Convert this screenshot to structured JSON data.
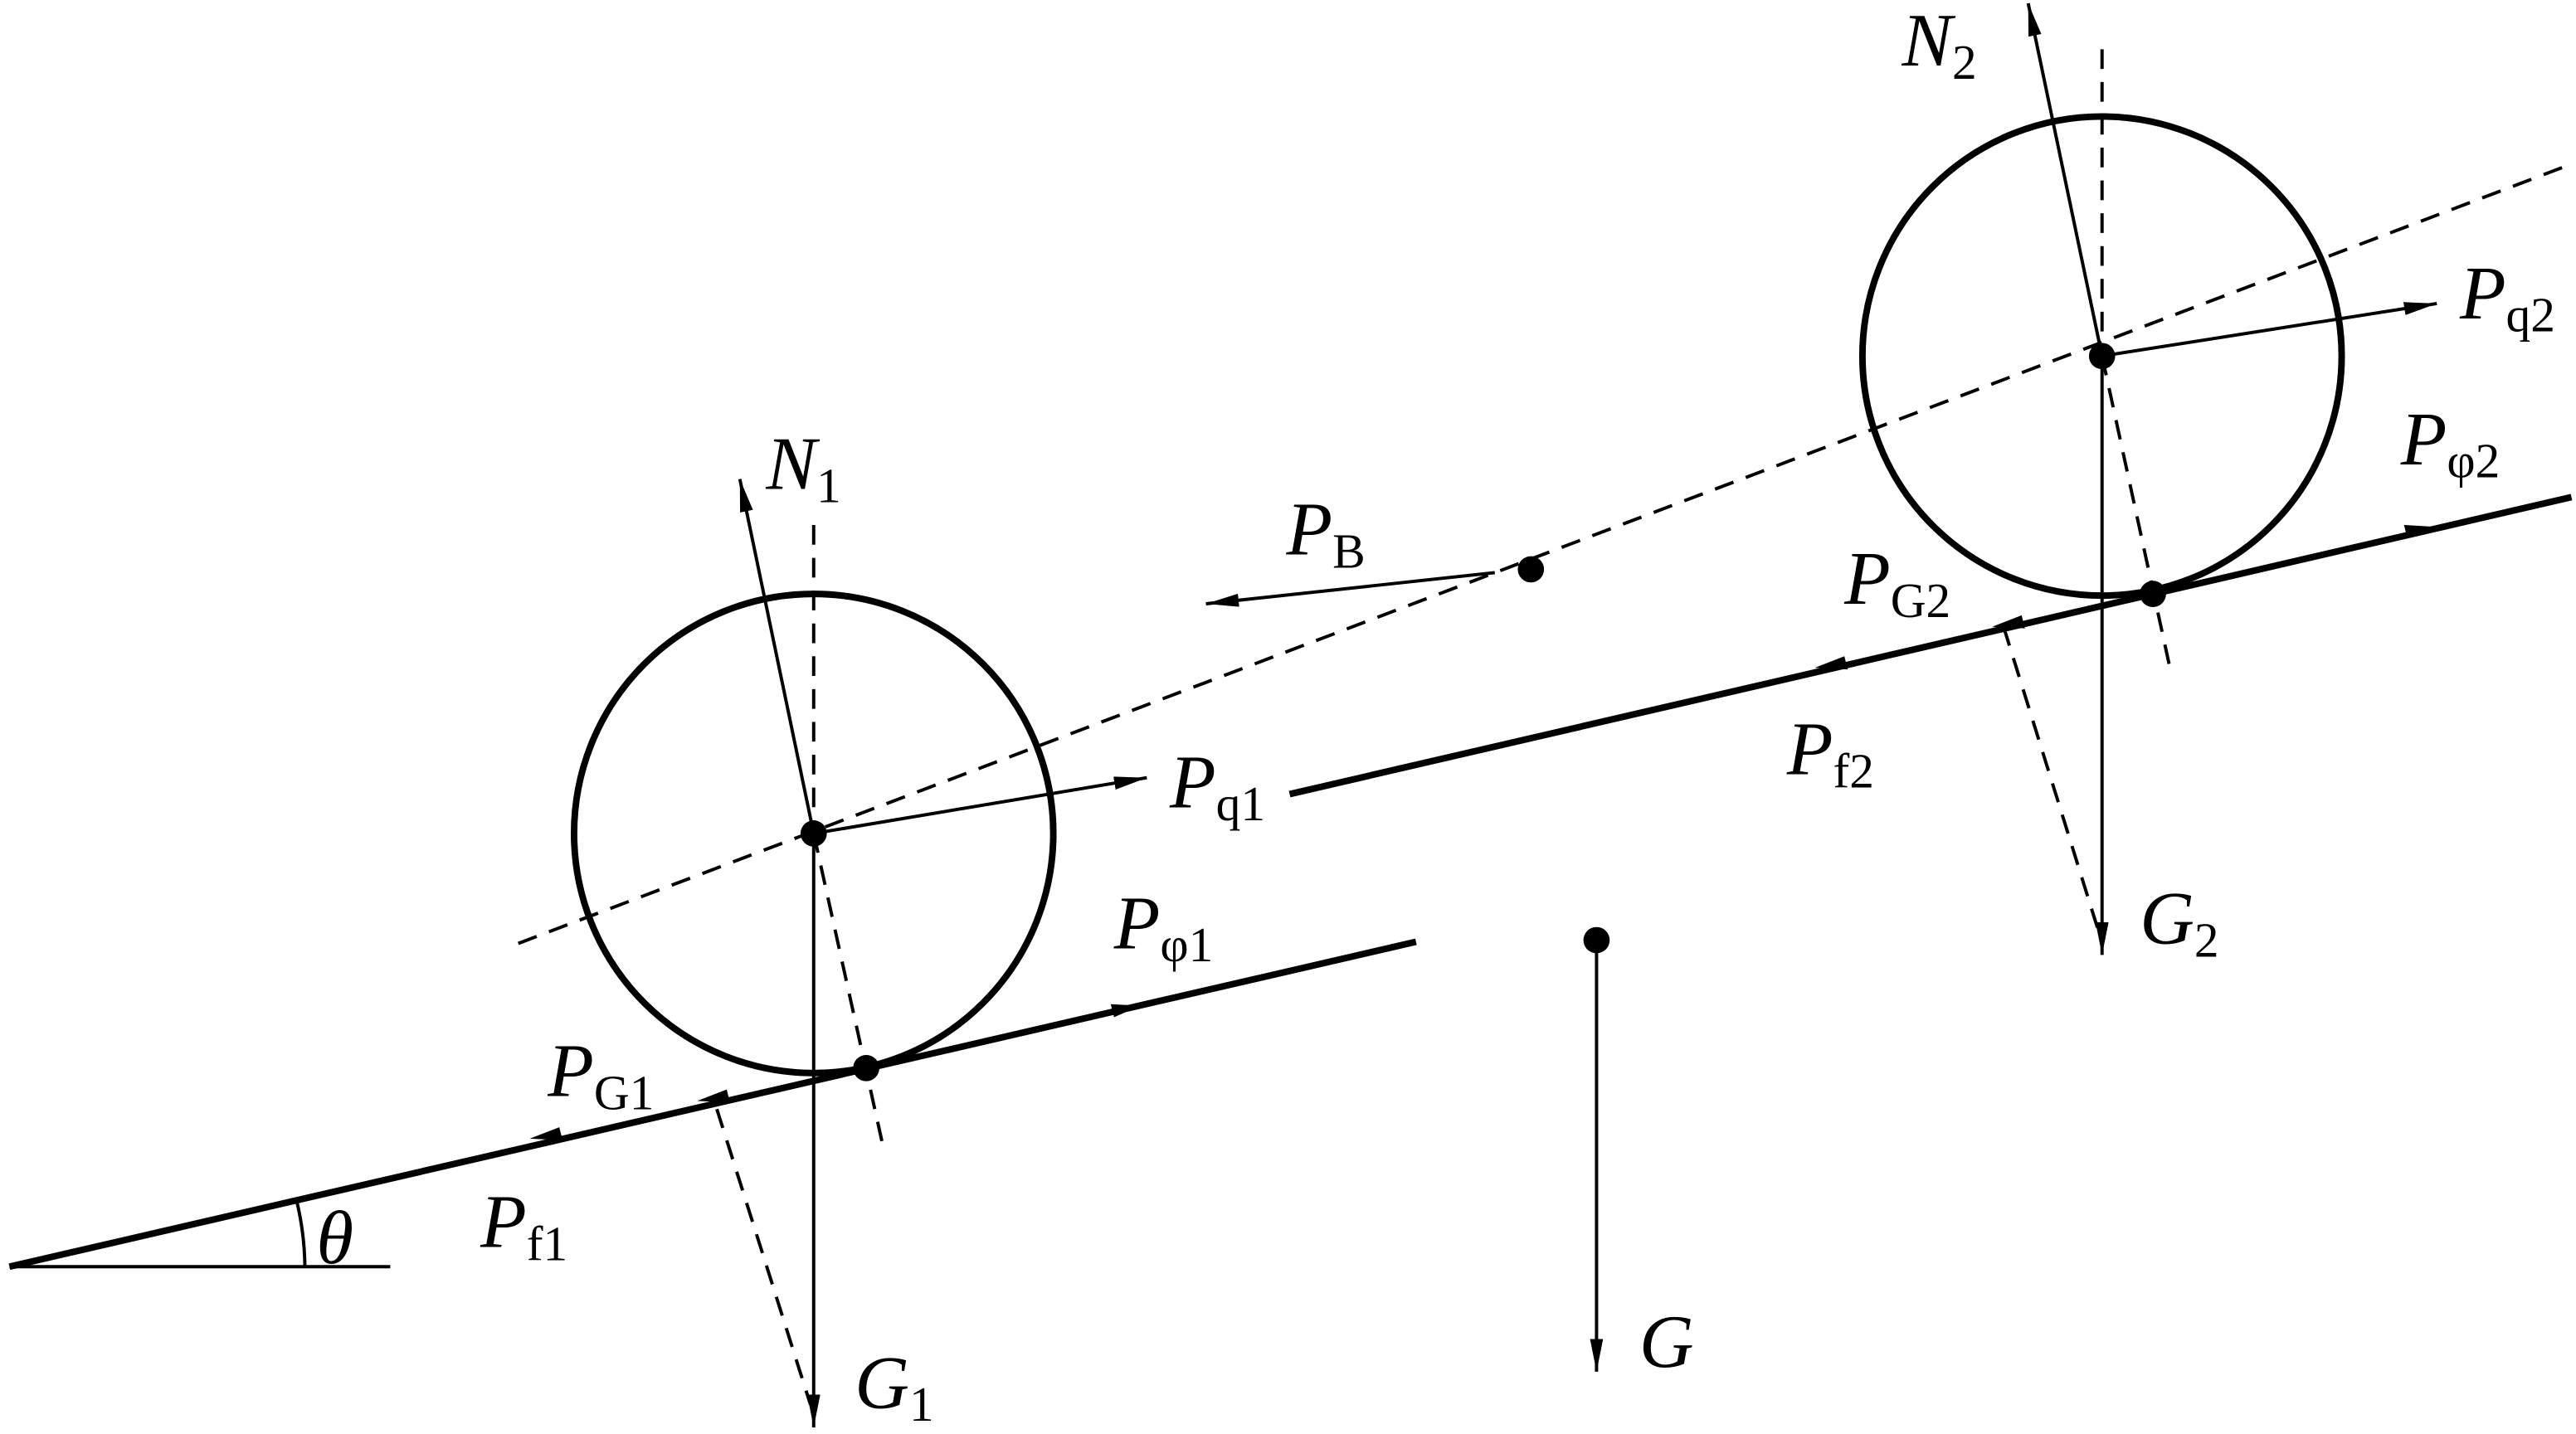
{
  "labels": {
    "N1": {
      "main": "N",
      "sub": "1"
    },
    "N2": {
      "main": "N",
      "sub": "2"
    },
    "G1": {
      "main": "G",
      "sub": "1"
    },
    "G2": {
      "main": "G",
      "sub": "2"
    },
    "G": {
      "main": "G"
    },
    "Pq1": {
      "main": "P",
      "sub": "q1"
    },
    "Pq2": {
      "main": "P",
      "sub": "q2"
    },
    "Pphi1": {
      "main": "P",
      "sub": "φ1"
    },
    "Pphi2": {
      "main": "P",
      "sub": "φ2"
    },
    "PG1": {
      "main": "P",
      "sub": "G1"
    },
    "PG2": {
      "main": "P",
      "sub": "G2"
    },
    "Pf1": {
      "main": "P",
      "sub": "f1"
    },
    "Pf2": {
      "main": "P",
      "sub": "f2"
    },
    "PB": {
      "main": "P",
      "sub": "B"
    },
    "theta": "θ"
  }
}
